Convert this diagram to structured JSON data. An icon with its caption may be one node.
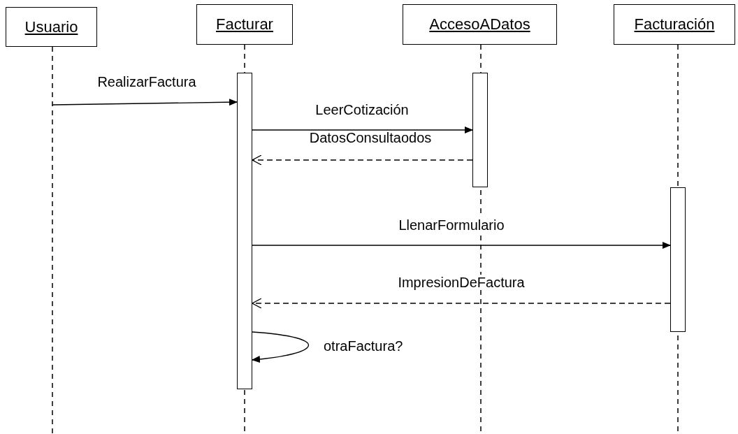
{
  "diagram": {
    "nodes": [
      {
        "text": [
          "Usuario"
        ]
      },
      {
        "text": [
          "Facturar"
        ]
      },
      {
        "text": [
          "AccesoADatos"
        ]
      },
      {
        "text": [
          "Facturación"
        ]
      },
      {
        "text": [],
        "shape": "bar"
      },
      {
        "text": [],
        "shape": "bar"
      },
      {
        "text": [],
        "shape": "bar"
      }
    ],
    "edges": [
      {
        "from": null,
        "to": 4,
        "arrow": "to",
        "label": "RealizarFactura"
      },
      {
        "from": 4,
        "to": 5,
        "arrow": "to",
        "label": "LeerCotización"
      },
      {
        "from": 5,
        "to": 4,
        "arrow": "to",
        "label": "DatosConsultaodos",
        "style": "dashed"
      },
      {
        "from": 4,
        "to": 6,
        "arrow": "to",
        "label": "LlenarFormulario"
      },
      {
        "from": 6,
        "to": 4,
        "arrow": "to",
        "label": "ImpresionDeFactura",
        "style": "dashed"
      },
      {
        "from": 4,
        "to": 4,
        "arrow": "to",
        "label": "otraFactura?"
      }
    ]
  }
}
